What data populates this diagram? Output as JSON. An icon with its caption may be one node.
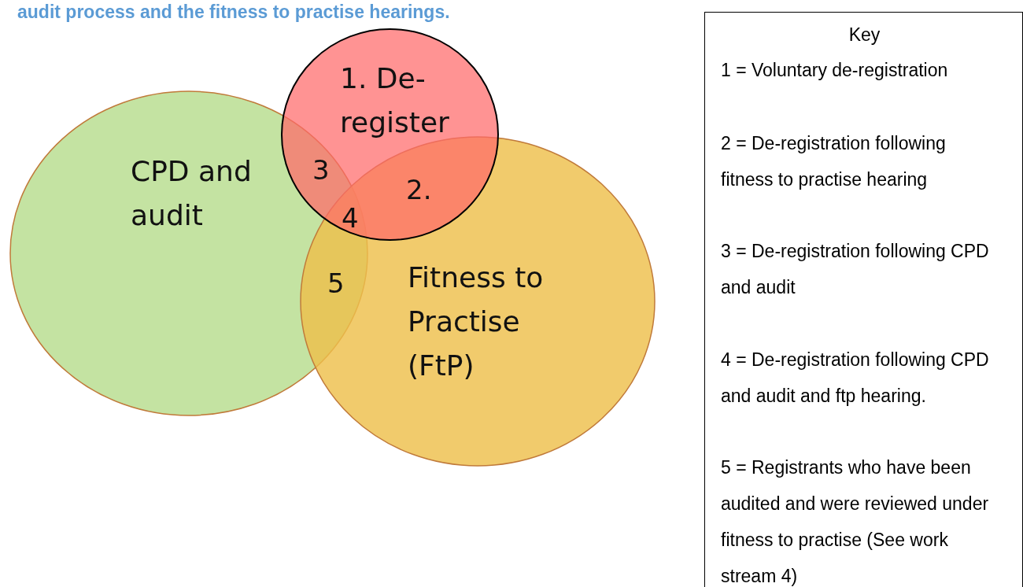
{
  "diagram": {
    "title": "audit process and the fitness to practise hearings.",
    "nodes": [
      {
        "text": [
          "CPD and audit"
        ]
      },
      {
        "text": [
          "Fitness to Practise (FtP)"
        ]
      },
      {
        "text": [
          "1. De- register"
        ]
      },
      {
        "text": [
          "Key",
          "1 = Voluntary de-registration",
          "2 = De-registration following fitness to practise hearing",
          "3 = De-registration following CPD and audit",
          "4 = De-registration following CPD and audit and ftp hearing.",
          "5 = Registrants who have been audited and were reviewed under fitness to practise (See work stream 4)"
        ]
      }
    ],
    "edges": [],
    "labels": [
      "3",
      "2.",
      "4",
      "5"
    ]
  }
}
